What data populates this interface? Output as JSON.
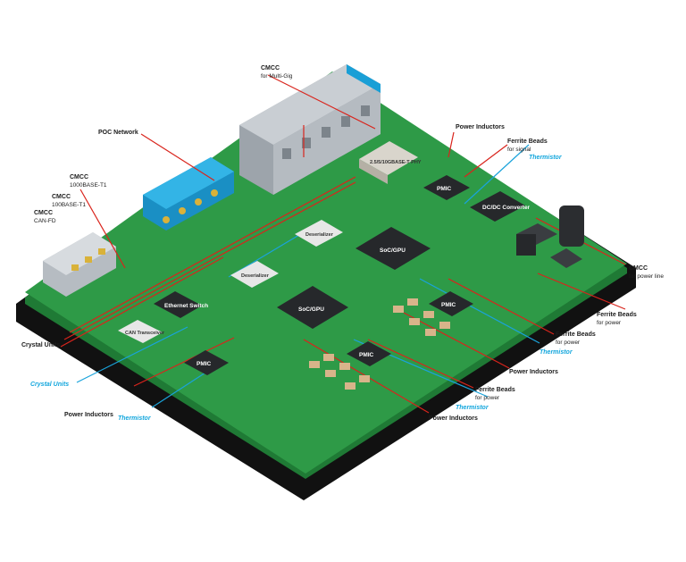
{
  "colors": {
    "board": "#2e9a47",
    "board_dark": "#1f7a35",
    "base": "#111111",
    "red_line": "#d9241c",
    "blue_line": "#1aa3db",
    "chip": "#26282b",
    "connector_blue": "#1a9fd6"
  },
  "labels": {
    "cmcc": "CMCC",
    "cmcc_multigig": "for Multi-Gig",
    "cmcc_1000": "1000BASE-T1",
    "cmcc_100": "100BASE-T1",
    "cmcc_can": "CAN-FD",
    "cmcc_power_line": "for power line",
    "poc_network": "POC Network",
    "power_inductors": "Power Inductors",
    "ferrite_beads": "Ferrite Beads",
    "for_signal": "for signal",
    "for_power": "for power",
    "thermistor": "Thermistor",
    "crystal_units": "Crystal Units"
  },
  "chips": {
    "phy": "2.5/5/10GBASE-T PHY",
    "pmic": "PMIC",
    "dcdc": "DC/DC Converter",
    "soc_gpu": "SoC/GPU",
    "deserializer": "Deserializer",
    "ethernet_switch": "Ethernet Switch",
    "can_transceiver": "CAN Transceiver"
  }
}
